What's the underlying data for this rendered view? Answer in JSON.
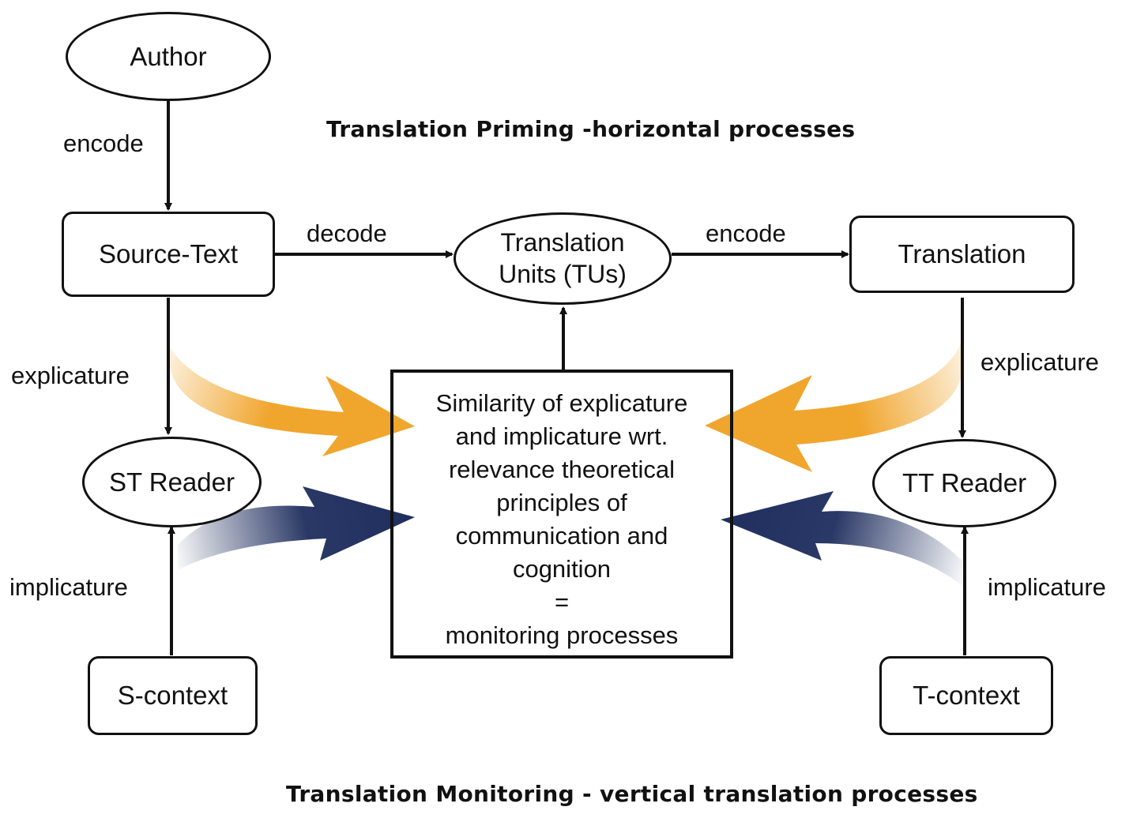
{
  "titles": {
    "top": "Translation Priming -horizontal processes",
    "bottom": "Translation Monitoring - vertical translation processes"
  },
  "nodes": {
    "author": "Author",
    "source_text": "Source-Text",
    "translation_units_line1": "Translation",
    "translation_units_line2": "Units (TUs)",
    "translation": "Translation",
    "st_reader": "ST Reader",
    "tt_reader": "TT Reader",
    "s_context": "S-context",
    "t_context": "T-context"
  },
  "center_box": {
    "lines": [
      "Similarity of explicature",
      "and implicature wrt.",
      "relevance theoretical",
      "principles of",
      "communication and",
      "cognition",
      "=",
      "monitoring processes"
    ]
  },
  "edge_labels": {
    "author_to_source": "encode",
    "source_to_units": "decode",
    "units_to_translation": "encode",
    "source_to_st_reader": "explicature",
    "translation_to_tt_reader": "explicature",
    "s_context_to_st_reader": "implicature",
    "t_context_to_tt_reader": "implicature"
  },
  "colors": {
    "explicature_arrow": "#F0A52C",
    "implicature_arrow": "#1F2E5E",
    "stroke": "#111111"
  }
}
